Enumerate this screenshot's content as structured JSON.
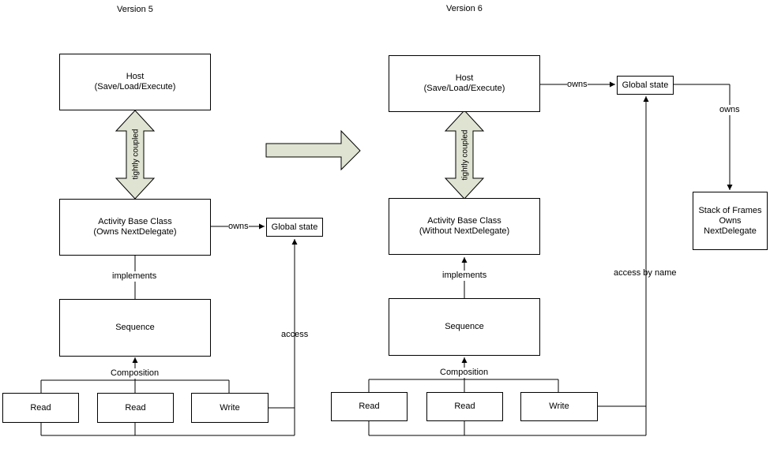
{
  "left": {
    "title": "Version 5",
    "host": {
      "line1": "Host",
      "line2": "(Save/Load/Execute)"
    },
    "coupling_label": "tightly coupled",
    "activity": {
      "line1": "Activity Base Class",
      "line2": "(Owns NextDelegate)"
    },
    "owns_label": "owns",
    "global_state": "Global state",
    "implements_label": "implements",
    "sequence": "Sequence",
    "composition_label": "Composition",
    "access_label": "access",
    "read1": "Read",
    "read2": "Read",
    "write": "Write"
  },
  "right": {
    "title": "Version 6",
    "host": {
      "line1": "Host",
      "line2": "(Save/Load/Execute)"
    },
    "coupling_label": "tightly coupled",
    "owns_label_1": "owns",
    "global_state": "Global state",
    "owns_label_2": "owns",
    "stack": {
      "line1": "Stack of Frames",
      "line2": "Owns",
      "line3": "NextDelegate"
    },
    "activity": {
      "line1": "Activity Base Class",
      "line2": "(Without NextDelegate)"
    },
    "access_label": "access by name",
    "implements_label": "implements",
    "sequence": "Sequence",
    "composition_label": "Composition",
    "read1": "Read",
    "read2": "Read",
    "write": "Write"
  },
  "colors": {
    "arrow_fill": "#dfe3d2",
    "line": "#000000"
  }
}
